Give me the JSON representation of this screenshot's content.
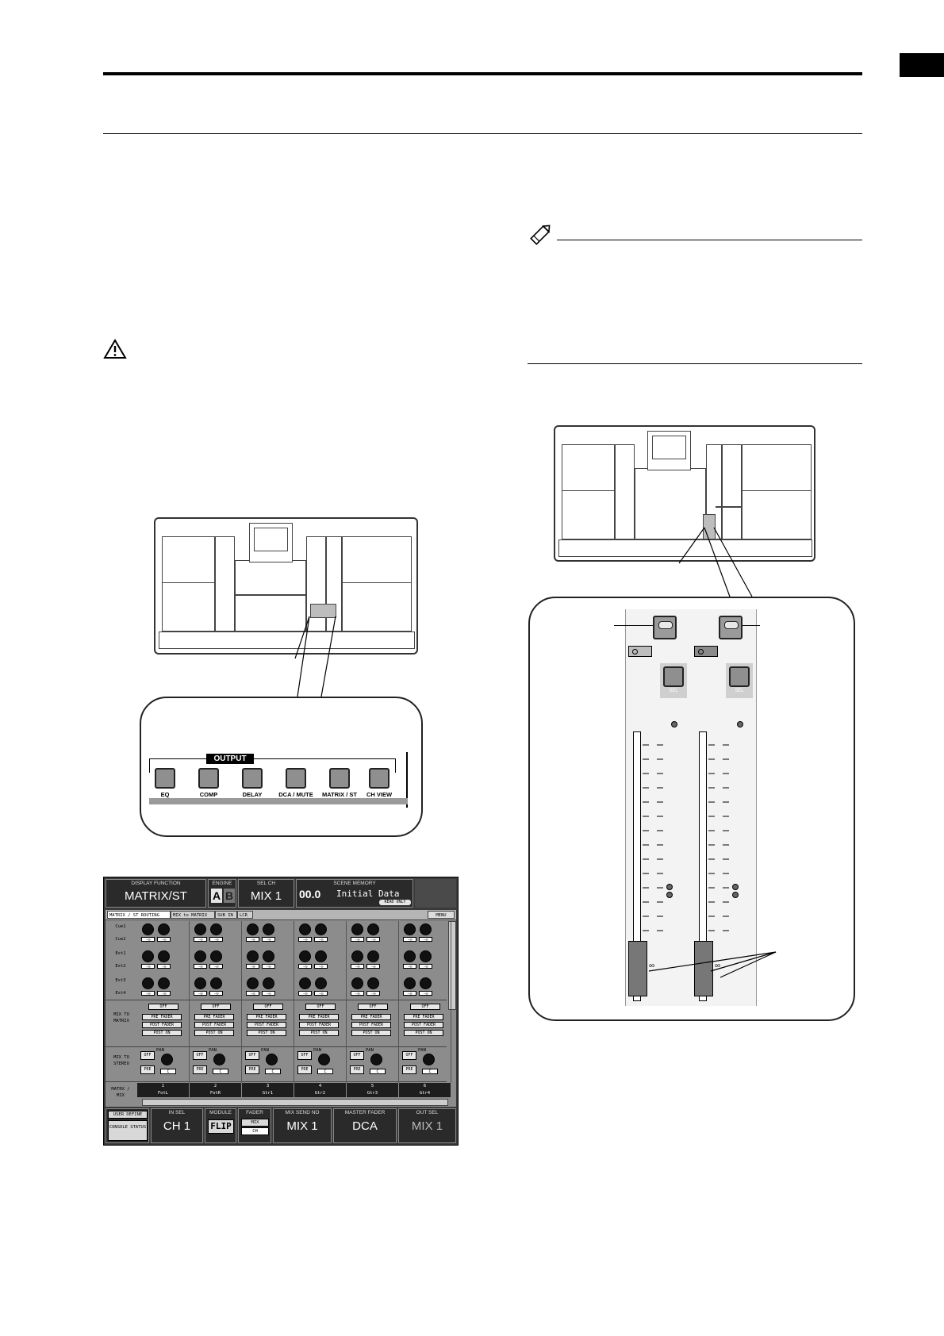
{
  "output_panel": {
    "section_label": "OUTPUT",
    "keys": [
      "EQ",
      "COMP",
      "DELAY",
      "DCA / MUTE",
      "MATRIX / ST",
      "CH VIEW"
    ]
  },
  "lcd": {
    "display_function": {
      "caption": "DISPLAY FUNCTION",
      "value": "MATRIX/ST"
    },
    "engine": {
      "caption": "ENGINE",
      "a": "A",
      "b": "B"
    },
    "sel_ch": {
      "caption": "SEL CH",
      "value": "MIX 1"
    },
    "scene_memory": {
      "caption": "SCENE MEMORY",
      "number": "00.0",
      "title": "Initial Data",
      "read_only": "READ ONLY"
    },
    "tabs": [
      "MATRIX / ST ROUTING",
      "MIX to MATRIX",
      "SUB IN",
      "LCR"
    ],
    "menu_button": "MENU",
    "rows": {
      "row1": [
        "Cue1",
        "Cue2"
      ],
      "row2": [
        "Ext1",
        "Ext2"
      ],
      "row3": [
        "Ext3",
        "Ext4"
      ],
      "mix_to_matrix": "MIX TO MATRIX",
      "mix_to_stereo": "MIX TO STEREO",
      "matrix_mix": "MATRX / MIX"
    },
    "knob_value": "-∞",
    "buttons": {
      "off": "OFF",
      "pre_fader": "PRE FADER",
      "post_fader": "POST FADER",
      "post_on": "POST ON",
      "pre": "PRE",
      "pan": "PAN",
      "center": "C"
    },
    "channels": [
      {
        "number": "1",
        "name": "FotL"
      },
      {
        "number": "2",
        "name": "FotR"
      },
      {
        "number": "3",
        "name": "Gtr1"
      },
      {
        "number": "4",
        "name": "Gtr2"
      },
      {
        "number": "5",
        "name": "Gtr3"
      },
      {
        "number": "6",
        "name": "Gtr4"
      }
    ],
    "footer": {
      "user_define": "USER DEFINE",
      "console_status": "CONSOLE STATUS",
      "in_sel": {
        "caption": "IN SEL",
        "value": "CH 1"
      },
      "module": {
        "caption": "MODULE",
        "value": "FLIP"
      },
      "fader": {
        "caption": "FADER",
        "mix": "MIX",
        "ch": "CH"
      },
      "mix_send_no": {
        "caption": "MIX SEND NO",
        "value": "MIX 1"
      },
      "master_fader": {
        "caption": "MASTER FADER",
        "value": "DCA"
      },
      "out_sel": {
        "caption": "OUT SEL",
        "value": "MIX 1"
      }
    }
  },
  "fader_strips": {
    "sel_label": "SEL",
    "infinity": "∞"
  }
}
